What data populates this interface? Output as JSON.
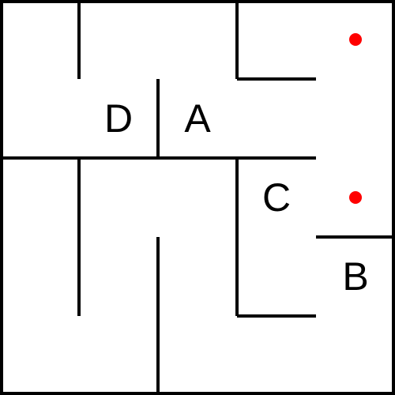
{
  "maze": {
    "grid_size": 5,
    "wall_color": "#000000",
    "marker_color": "#ff0000",
    "labels": [
      {
        "text": "D",
        "col": 1,
        "row": 1
      },
      {
        "text": "A",
        "col": 2,
        "row": 1
      },
      {
        "text": "C",
        "col": 3,
        "row": 2
      },
      {
        "text": "B",
        "col": 4,
        "row": 3
      }
    ],
    "markers": [
      {
        "name": "red-dot",
        "col": 4,
        "row": 0
      },
      {
        "name": "red-dot",
        "col": 4,
        "row": 2
      }
    ]
  }
}
